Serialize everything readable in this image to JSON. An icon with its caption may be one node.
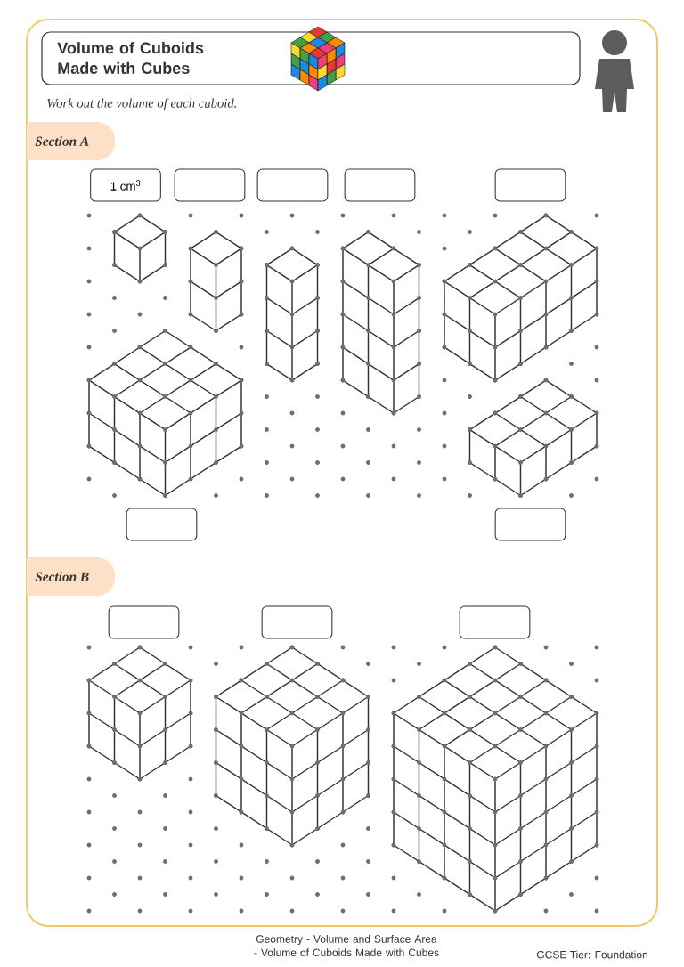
{
  "diagram": {
    "title": "Volume of Cuboids Made with Cubes",
    "nodes": [
      {
        "text": [
          "Section A"
        ]
      },
      {
        "text": [
          "1 cm$^{3}$"
        ]
      },
      {
        "text": [],
        "shape": "box"
      },
      {
        "text": [],
        "shape": "box"
      },
      {
        "text": [],
        "shape": "box"
      },
      {
        "text": [],
        "shape": "box"
      },
      {
        "text": [],
        "shape": "box"
      },
      {
        "text": [],
        "shape": "box"
      },
      {
        "text": [
          "Section B"
        ]
      },
      {
        "text": [],
        "shape": "box"
      },
      {
        "text": [],
        "shape": "box"
      },
      {
        "text": [],
        "shape": "box"
      }
    ],
    "labels": [
      "Work out the volume of each cuboid.",
      "Geometry - Volume and Surface Area - Volume of Cuboids Made with Cubes",
      "GCSE Tier: Foundation"
    ]
  }
}
